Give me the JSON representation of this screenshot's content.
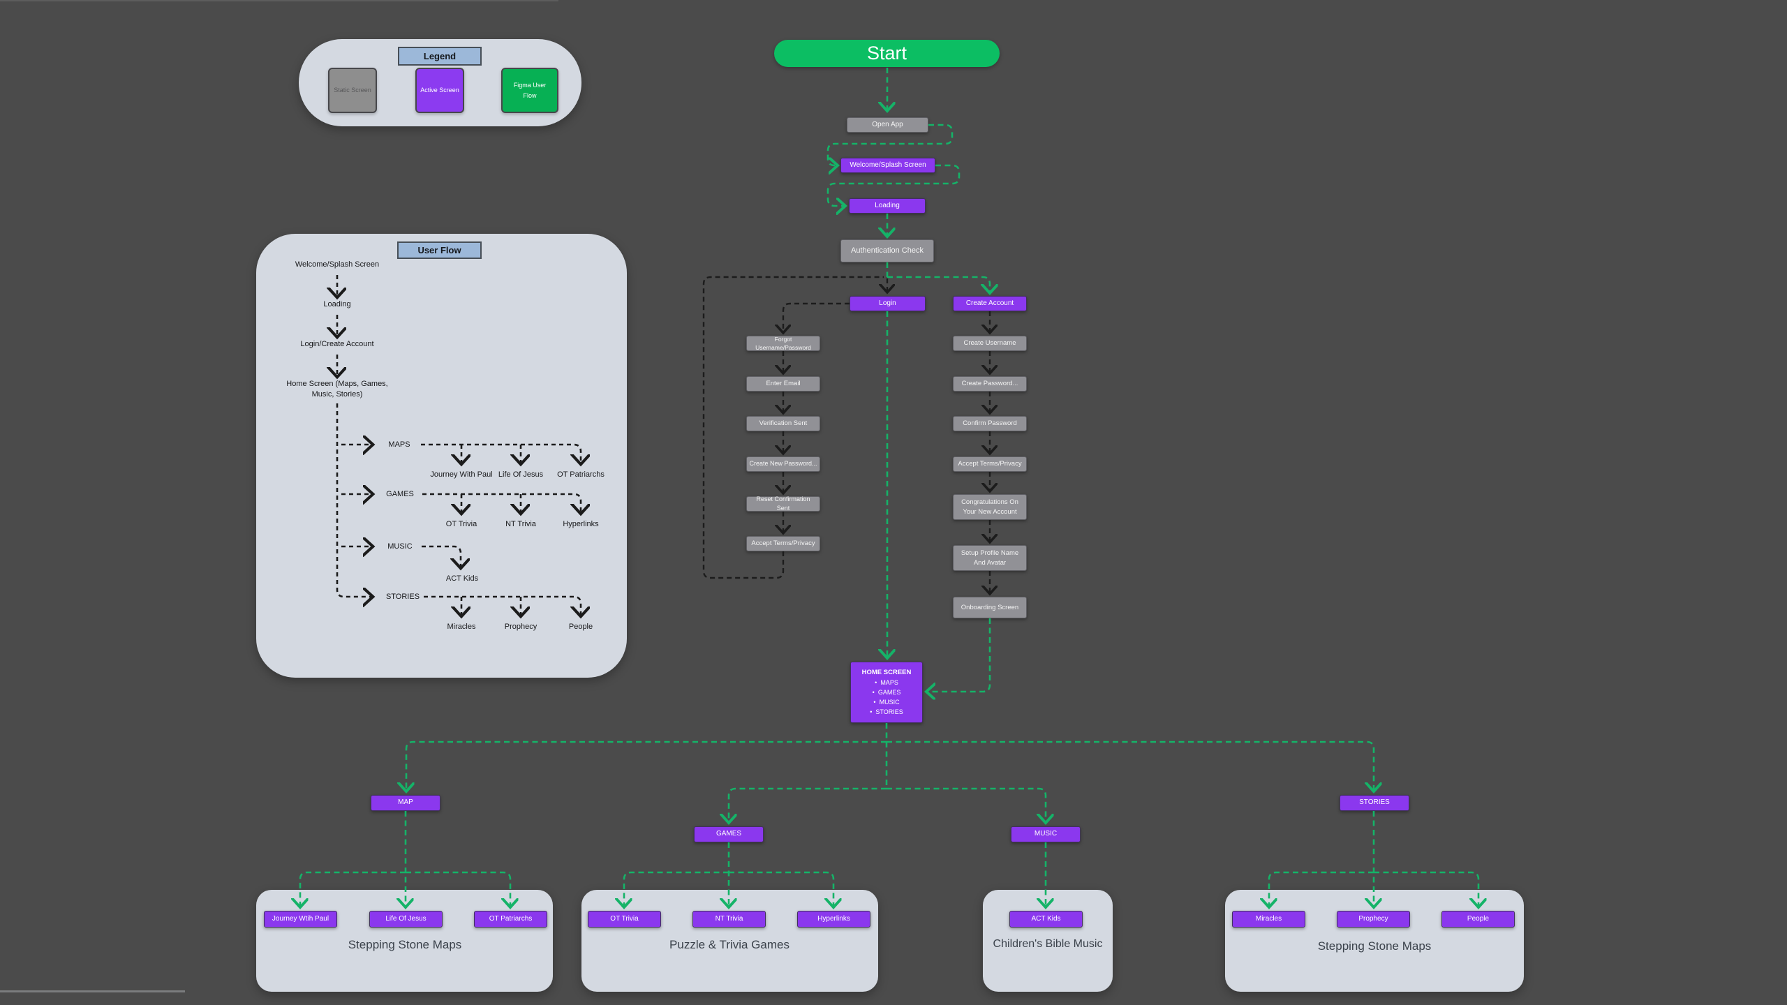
{
  "colors": {
    "background": "#4b4b4b",
    "panel": "#d4d9e1",
    "active_purple": "#8b38ee",
    "static_gray": "#919196",
    "figma_green": "#0cbe63",
    "arrow_green": "#15b368",
    "arrow_black": "#1c1c1c",
    "title_blue": "#9cb8d9"
  },
  "legend": {
    "title": "Legend",
    "items": [
      {
        "label": "Static Screen",
        "type": "static"
      },
      {
        "label": "Active Screen",
        "type": "active"
      },
      {
        "label": "Figma User Flow",
        "type": "flow"
      }
    ]
  },
  "user_flow_panel": {
    "title": "User Flow",
    "steps": [
      "Welcome/Splash Screen",
      "Loading",
      "Login/Create Account",
      "Home Screen (Maps, Games, Music, Stories)"
    ],
    "branches": [
      {
        "label": "MAPS",
        "children": [
          "Journey With Paul",
          "Life Of Jesus",
          "OT Patriarchs"
        ]
      },
      {
        "label": "GAMES",
        "children": [
          "OT Trivia",
          "NT Trivia",
          "Hyperlinks"
        ]
      },
      {
        "label": "MUSIC",
        "children": [
          "ACT Kids"
        ]
      },
      {
        "label": "STORIES",
        "children": [
          "Miracles",
          "Prophecy",
          "People"
        ]
      }
    ]
  },
  "main_flow": {
    "start": "Start",
    "open_app": "Open App",
    "welcome": "Welcome/Splash Screen",
    "loading": "Loading",
    "auth_check": "Authentication Check",
    "login": "Login",
    "create_account": "Create Account",
    "login_column": [
      "Forgot Username/Password",
      "Enter Email",
      "Verification Sent",
      "Create New Password...",
      "Reset Confirmation Sent",
      "Accept Terms/Privacy"
    ],
    "signup_column": [
      "Create Username",
      "Create Password...",
      "Confirm Password",
      "Accept Terms/Privacy",
      "Congratulations On Your New Account",
      "Setup Profile Name And Avatar",
      "Onboarding Screen"
    ],
    "home_screen": {
      "title": "HOME SCREEN",
      "items": [
        "MAPS",
        "GAMES",
        "MUSIC",
        "STORIES"
      ]
    }
  },
  "sections": [
    {
      "button": "MAP",
      "container_label": "Stepping Stone Maps",
      "children": [
        "Journey Wtih Paul",
        "Life Of Jesus",
        "OT Patriarchs"
      ]
    },
    {
      "button": "GAMES",
      "container_label": "Puzzle & Trivia Games",
      "children": [
        "OT Trivia",
        "NT Trivia",
        "Hyperlinks"
      ]
    },
    {
      "button": "MUSIC",
      "container_label": "Children's Bible Music",
      "children": [
        "ACT Kids"
      ]
    },
    {
      "button": "STORIES",
      "container_label": "Stepping Stone Maps",
      "children": [
        "Miracles",
        "Prophecy",
        "People"
      ]
    }
  ]
}
